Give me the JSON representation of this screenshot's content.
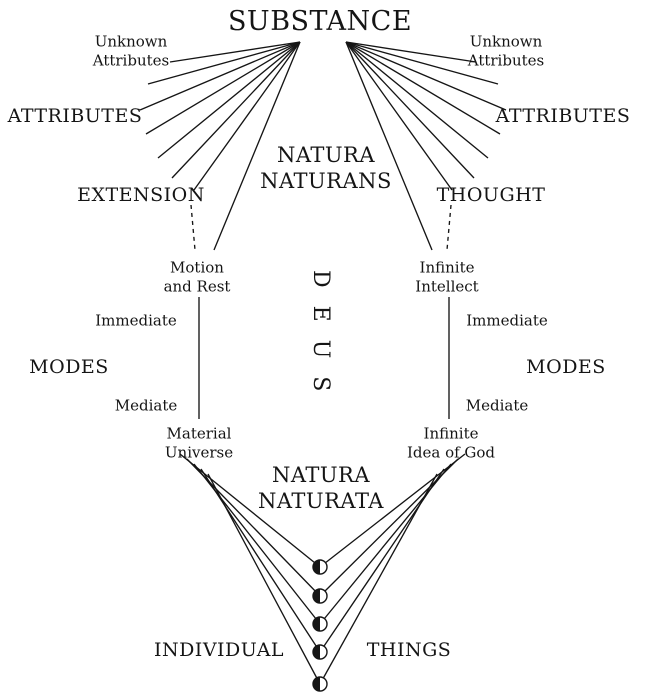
{
  "colors": {
    "ink": "#151515",
    "background": "#ffffff"
  },
  "icons": {
    "individual_thing": "half-filled-circle"
  },
  "labels": {
    "substance": "SUBSTANCE",
    "unknown_attributes_line1": "Unknown",
    "unknown_attributes_line2": "Attributes",
    "attributes": "ATTRIBUTES",
    "natura_naturans_line1": "NATURA",
    "natura_naturans_line2": "NATURANS",
    "extension": "EXTENSION",
    "thought": "THOUGHT",
    "motion_and_rest_line1": "Motion",
    "motion_and_rest_line2": "and Rest",
    "infinite_intellect_line1": "Infinite",
    "infinite_intellect_line2": "Intellect",
    "deus": "DEUS",
    "immediate": "Immediate",
    "modes": "MODES",
    "mediate": "Mediate",
    "material_universe_line1": "Material",
    "material_universe_line2": "Universe",
    "infinite_idea_of_god_line1": "Infinite",
    "infinite_idea_of_god_line2": "Idea of God",
    "natura_naturata_line1": "NATURA",
    "natura_naturata_line2": "NATURATA",
    "individual": "INDIVIDUAL",
    "things": "THINGS"
  }
}
